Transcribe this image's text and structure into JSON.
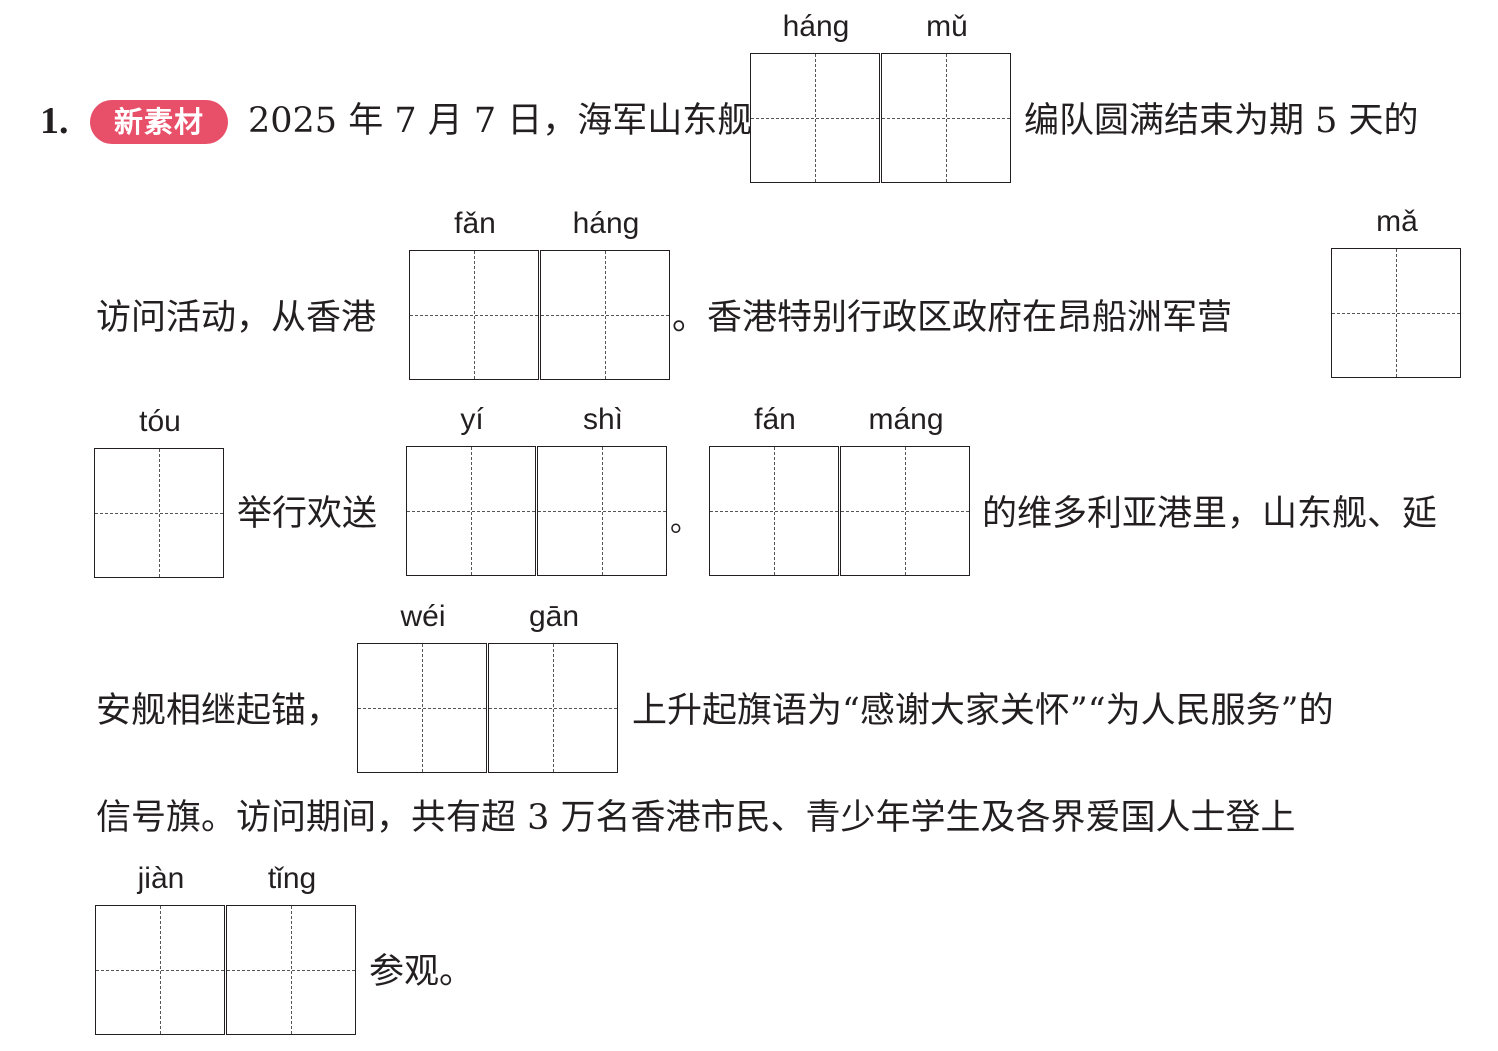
{
  "question": {
    "number": "1.",
    "badge": "新素材",
    "badge_color": "#e8506a"
  },
  "text_segments": [
    "2025 年 7 月 7 日，海军山东舰",
    "编队圆满结束为期 5 天的",
    "访问活动，从香港",
    "。香港特别行政区政府在昂船洲军营",
    "举行欢送",
    "。",
    "的维多利亚港里，山东舰、延",
    "安舰相继起锚，",
    "上升起旗语为“感谢大家关怀”“为人民服务”的",
    "信号旗。访问期间，共有超 3 万名香港市民、青少年学生及各界爱国人士登上",
    "参观。"
  ],
  "pinyin": [
    "háng",
    "mǔ",
    "fǎn",
    "háng",
    "mǎ",
    "tóu",
    "yí",
    "shì",
    "fán",
    "máng",
    "wéi",
    "gān",
    "jiàn",
    "tǐng"
  ]
}
